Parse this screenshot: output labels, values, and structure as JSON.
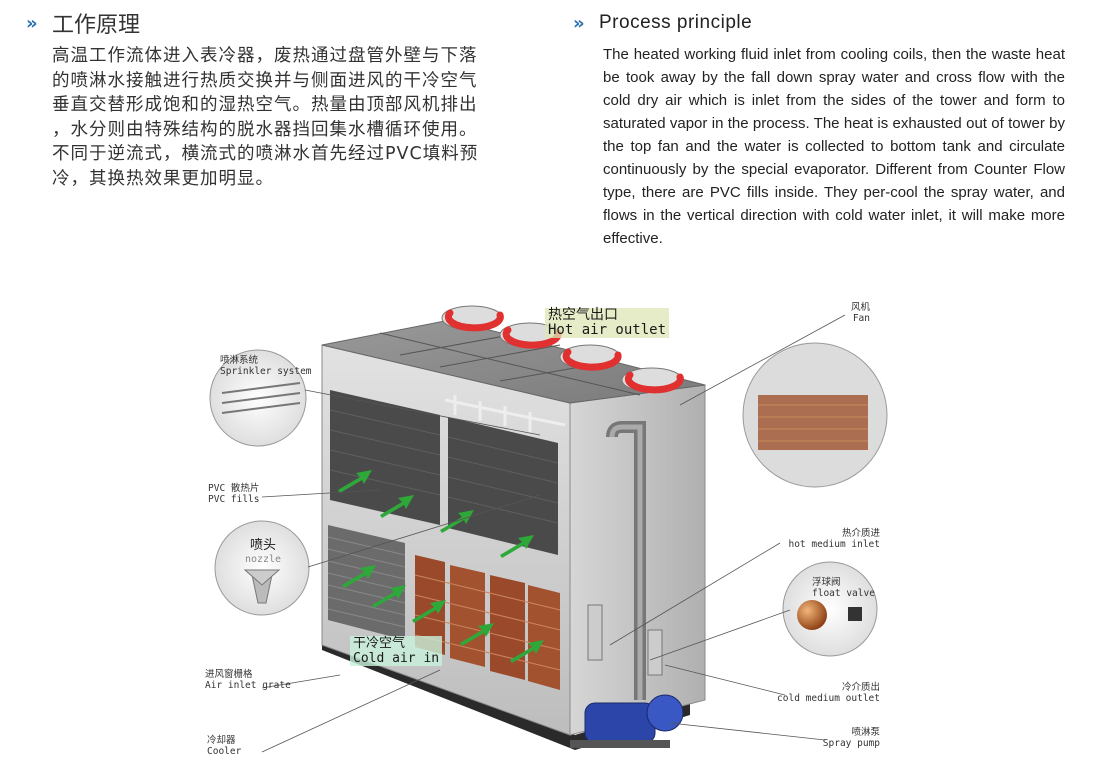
{
  "left": {
    "title": "工作原理",
    "lines": [
      "高温工作流体进入表冷器，废热通过盘管外壁与下落",
      "的喷淋水接触进行热质交换并与侧面进风的干冷空气",
      "垂直交替形成饱和的湿热空气。热量由顶部风机排出",
      "，水分则由特殊结构的脱水器挡回集水槽循环使用。",
      "不同于逆流式，横流式的喷淋水首先经过PVC填料预",
      "冷，其换热效果更加明显。"
    ]
  },
  "right": {
    "title": "Process principle",
    "paragraph": "The heated working fluid inlet from cooling coils, then the waste heat be took away by the fall down spray water and cross flow with the cold dry air which is inlet from the sides of the tower and form to saturated vapor in the process. The heat is exhausted out of tower by the top fan and the water is collected to bottom tank and circulate continuously by the special evaporator. Different from Counter Flow type, there are PVC fills inside. They per-cool the spray water, and flows in the vertical direction with cold water inlet, it will make more effective."
  },
  "labels": {
    "hot_air_cn": "热空气出口",
    "hot_air_en": "Hot air outlet",
    "fan_cn": "风机",
    "fan_en": "Fan",
    "sprinkler_cn": "喷淋系统",
    "sprinkler_en": "Sprinkler system",
    "pvc_cn": "PVC 散热片",
    "pvc_en": "PVC fills",
    "nozzle_cn": "喷头",
    "nozzle_en": "nozzle",
    "hot_medium_cn": "热介质进",
    "hot_medium_en": "hot medium inlet",
    "float_valve_cn": "浮球阀",
    "float_valve_en": "float valve",
    "cold_air_cn": "干冷空气",
    "cold_air_en": "Cold air in",
    "air_grate_cn": "进风窗栅格",
    "air_grate_en": "Air inlet grate",
    "cold_medium_cn": "冷介质出",
    "cold_medium_en": "cold medium outlet",
    "cooler_cn": "冷却器",
    "cooler_en": "Cooler",
    "spray_pump_cn": "喷淋泵",
    "spray_pump_en": "Spray pump"
  },
  "colors": {
    "accent": "#2a6fb0",
    "arrow_green": "#2fa83a",
    "arrow_red": "#e03030",
    "pump_blue": "#2b46a8",
    "tower_gray": "#c9c9c9"
  }
}
